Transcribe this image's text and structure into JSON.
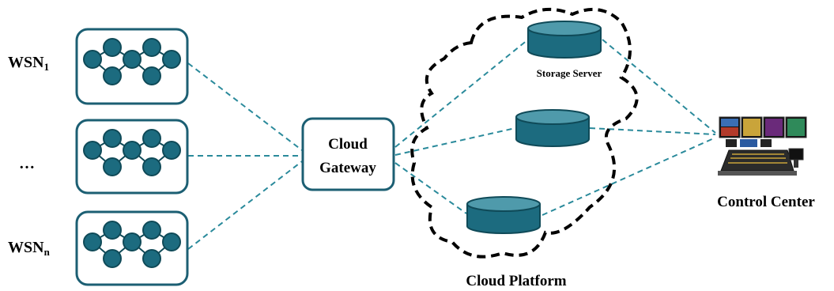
{
  "wsn_labels": {
    "first_main": "WSN",
    "first_sub": "1",
    "ellipsis": "…",
    "last_main": "WSN",
    "last_sub": "n"
  },
  "gateway": {
    "line1": "Cloud",
    "line2": "Gateway"
  },
  "cloud": {
    "label": "Cloud Platform",
    "storage_label": "Storage Server"
  },
  "control_center": {
    "label": "Control Center"
  },
  "colors": {
    "node_fill": "#1c6b7f",
    "node_stroke": "#0f4a58",
    "box_stroke": "#1c5f73",
    "link": "#2a8a9b",
    "cloud_stroke": "#000000"
  }
}
